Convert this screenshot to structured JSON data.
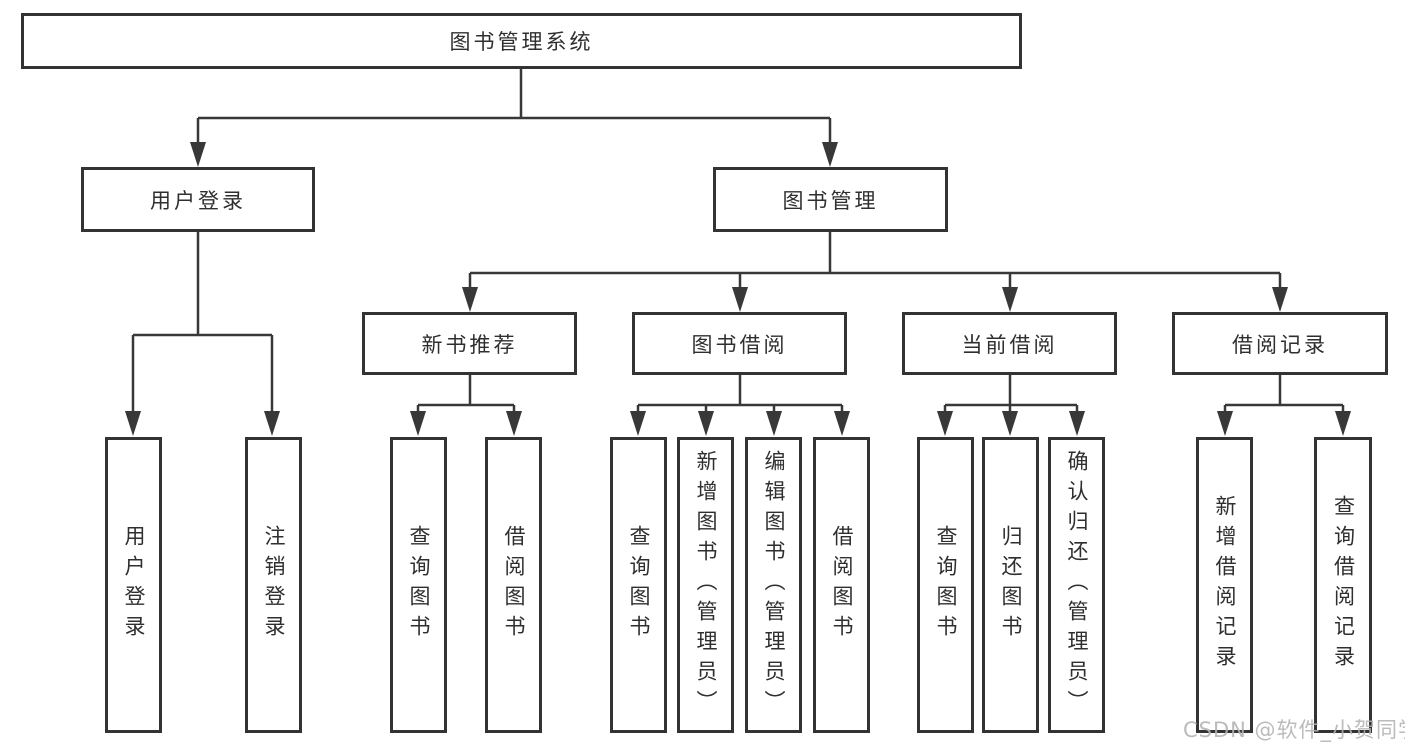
{
  "diagram": {
    "nodes": {
      "root": "图书管理系统",
      "level2": [
        "用户登录",
        "图书管理"
      ],
      "level3": [
        "新书推荐",
        "图书借阅",
        "当前借阅",
        "借阅记录"
      ],
      "leaves": [
        "用户登录",
        "注销登录",
        "查询图书",
        "借阅图书",
        "查询图书",
        "新增图书（管理员）",
        "编辑图书（管理员）",
        "借阅图书",
        "查询图书",
        "归还图书",
        "确认归还（管理员）",
        "新增借阅记录",
        "查询借阅记录"
      ]
    },
    "hierarchy": {
      "图书管理系统": [
        "用户登录",
        "图书管理"
      ],
      "用户登录": [
        "用户登录",
        "注销登录"
      ],
      "图书管理": [
        "新书推荐",
        "图书借阅",
        "当前借阅",
        "借阅记录"
      ],
      "新书推荐": [
        "查询图书",
        "借阅图书"
      ],
      "图书借阅": [
        "查询图书",
        "新增图书（管理员）",
        "编辑图书（管理员）",
        "借阅图书"
      ],
      "当前借阅": [
        "查询图书",
        "归还图书",
        "确认归还（管理员）"
      ],
      "借阅记录": [
        "新增借阅记录",
        "查询借阅记录"
      ]
    },
    "watermark": "CSDN @软件_小贺同学",
    "colors": {
      "line": "#383838",
      "border": "#333333",
      "text": "#2f2f2f",
      "watermark": "#b4b4b4",
      "background": "#ffffff"
    }
  }
}
